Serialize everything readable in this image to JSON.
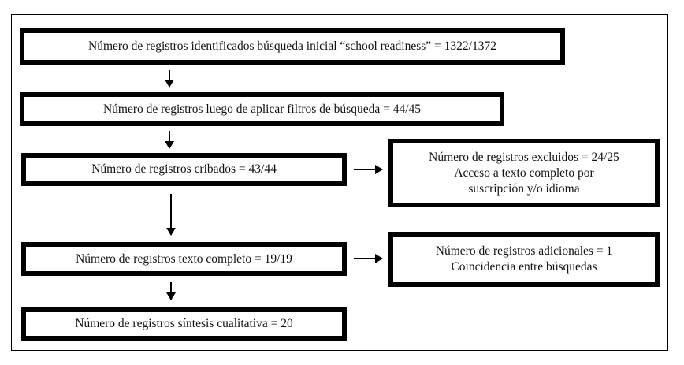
{
  "diagram": {
    "type": "flowchart",
    "boxes": {
      "identified": {
        "text": "Número de registros identificados búsqueda inicial “school readiness” = 1322/1372"
      },
      "filtered": {
        "text": "Número de registros luego de aplicar filtros de búsqueda = 44/45"
      },
      "screened": {
        "text": "Número de registros cribados = 43/44"
      },
      "excluded": {
        "line1": "Número de registros excluidos = 24/25",
        "line2": "Acceso a texto completo por",
        "line3": "suscripción y/o idioma"
      },
      "full_text": {
        "text": "Número de registros texto completo = 19/19"
      },
      "additional": {
        "line1": "Número de registros adicionales = 1",
        "line2": "Coincidencia entre búsquedas"
      },
      "synthesis": {
        "text": "Número de registros síntesis cualitativa = 20"
      }
    },
    "edges": [
      {
        "from": "identified",
        "to": "filtered"
      },
      {
        "from": "filtered",
        "to": "screened"
      },
      {
        "from": "screened",
        "to": "excluded"
      },
      {
        "from": "screened",
        "to": "full_text"
      },
      {
        "from": "full_text",
        "to": "additional"
      },
      {
        "from": "full_text",
        "to": "synthesis"
      }
    ]
  }
}
